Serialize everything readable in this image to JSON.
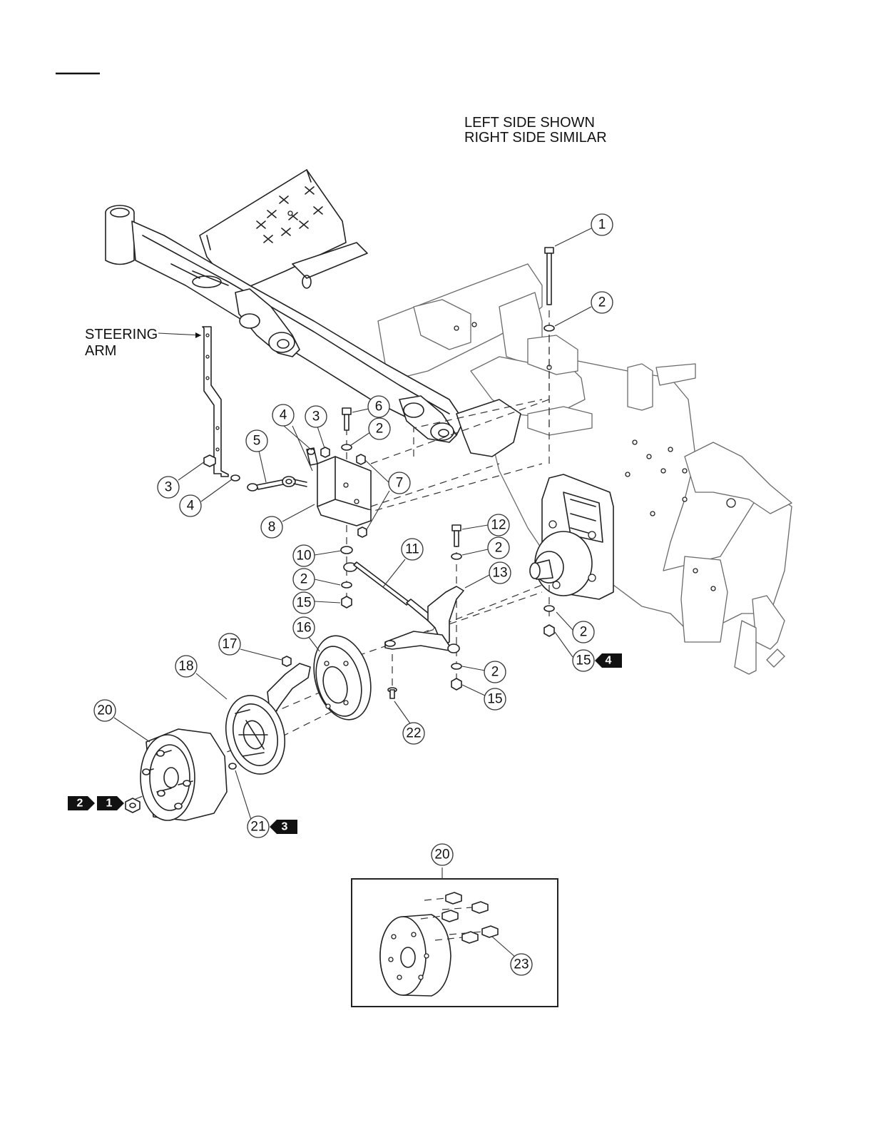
{
  "notes": {
    "side_line1": "LEFT SIDE SHOWN",
    "side_line2": "RIGHT SIDE SIMILAR",
    "steering_line1": "STEERING",
    "steering_line2": "ARM"
  },
  "callouts": [
    {
      "id": "c1",
      "label": "1"
    },
    {
      "id": "c2a",
      "label": "2"
    },
    {
      "id": "c6",
      "label": "6"
    },
    {
      "id": "c2b",
      "label": "2"
    },
    {
      "id": "c4a",
      "label": "4"
    },
    {
      "id": "c3a",
      "label": "3"
    },
    {
      "id": "c5",
      "label": "5"
    },
    {
      "id": "c7",
      "label": "7"
    },
    {
      "id": "c3b",
      "label": "3"
    },
    {
      "id": "c4b",
      "label": "4"
    },
    {
      "id": "c8",
      "label": "8"
    },
    {
      "id": "c12",
      "label": "12"
    },
    {
      "id": "c2c",
      "label": "2"
    },
    {
      "id": "c11",
      "label": "11"
    },
    {
      "id": "c10",
      "label": "10"
    },
    {
      "id": "c2d",
      "label": "2"
    },
    {
      "id": "c15a",
      "label": "15"
    },
    {
      "id": "c13",
      "label": "13"
    },
    {
      "id": "c2e",
      "label": "2"
    },
    {
      "id": "c15b",
      "label": "15"
    },
    {
      "id": "c16",
      "label": "16"
    },
    {
      "id": "c17",
      "label": "17"
    },
    {
      "id": "c18",
      "label": "18"
    },
    {
      "id": "c2f",
      "label": "2"
    },
    {
      "id": "c15c",
      "label": "15"
    },
    {
      "id": "c20a",
      "label": "20"
    },
    {
      "id": "c22",
      "label": "22"
    },
    {
      "id": "c21",
      "label": "21"
    },
    {
      "id": "c20b",
      "label": "20"
    },
    {
      "id": "c23",
      "label": "23"
    }
  ],
  "flags": [
    {
      "id": "f4",
      "label": "4"
    },
    {
      "id": "f3",
      "label": "3"
    },
    {
      "id": "f2",
      "label": "2"
    },
    {
      "id": "f1",
      "label": "1"
    }
  ]
}
